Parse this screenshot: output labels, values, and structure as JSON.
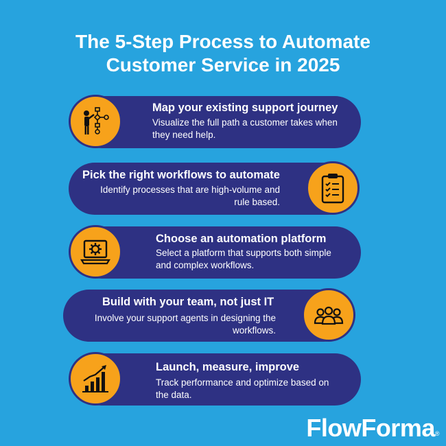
{
  "header": {
    "title_line1": "The 5-Step Process to Automate",
    "title_line2": "Customer Service in 2025"
  },
  "steps": [
    {
      "title": "Map your existing support journey",
      "desc_line1": "Visualize the full path a customer takes when",
      "desc_line2": "they need help.",
      "icon": "person-flowchart-icon"
    },
    {
      "title": "Pick the right workflows to automate",
      "desc_line1": "Identify processes that are high-volume and",
      "desc_line2": "rule based.",
      "icon": "clipboard-checklist-icon"
    },
    {
      "title": "Choose an automation platform",
      "desc_line1": "Select a platform that supports both simple",
      "desc_line2": "and complex workflows.",
      "icon": "laptop-gear-icon"
    },
    {
      "title": "Build with your team, not just IT",
      "desc_line1": "Involve your support agents in designing the",
      "desc_line2": "workflows.",
      "icon": "team-icon"
    },
    {
      "title": "Launch, measure, improve",
      "desc_line1": "Track performance and optimize based on",
      "desc_line2": "the data.",
      "icon": "growth-chart-icon"
    }
  ],
  "brand": {
    "logo_text": "FlowForma",
    "registered_mark": "®"
  },
  "colors": {
    "background": "#27a3de",
    "pill": "#2e3183",
    "icon_circle": "#f7a21b",
    "text": "#ffffff"
  }
}
